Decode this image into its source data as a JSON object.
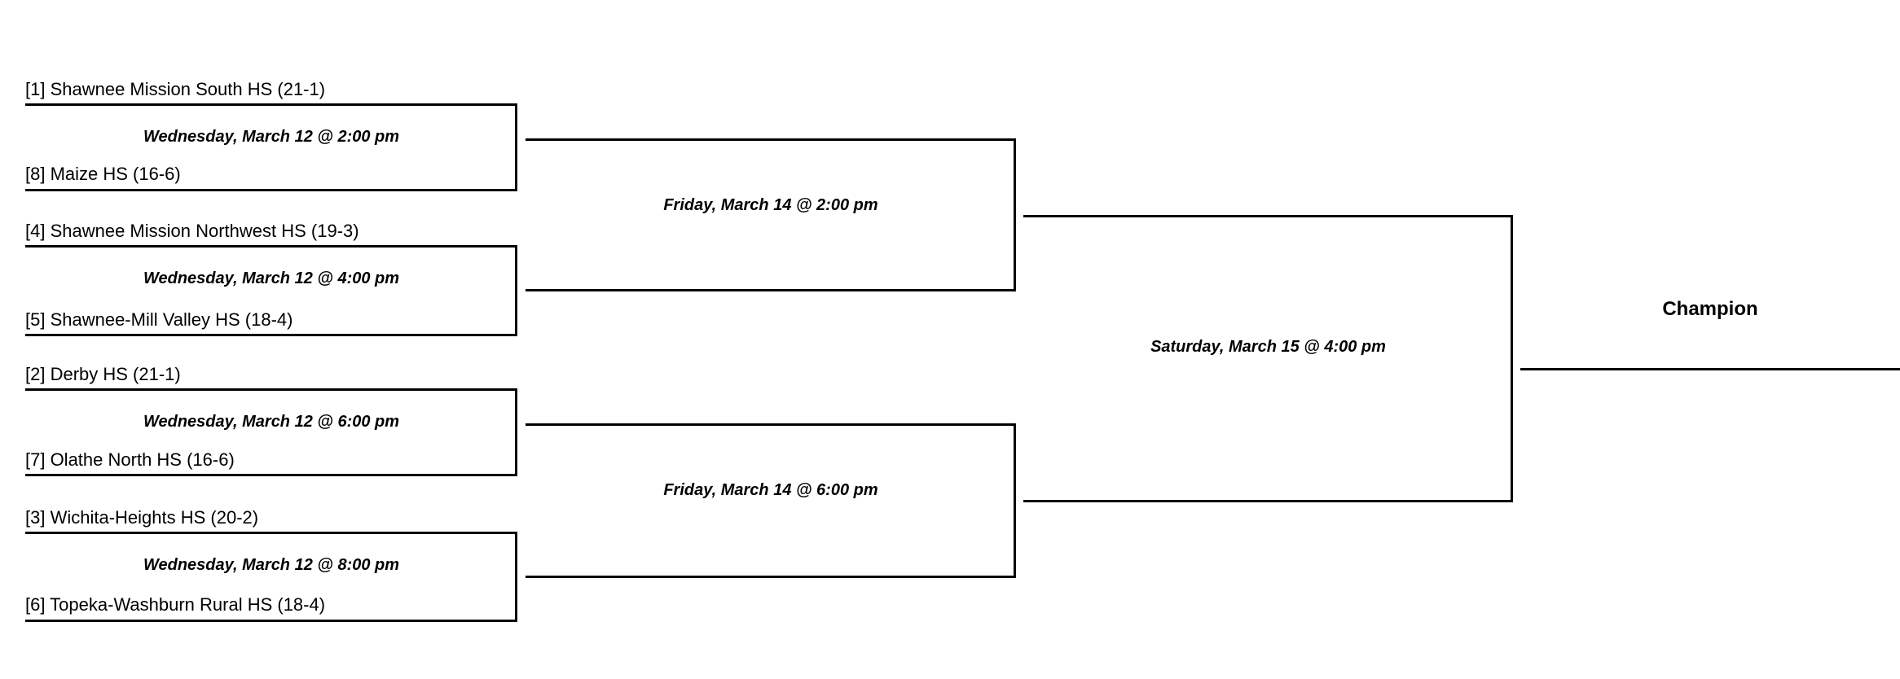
{
  "bracket": {
    "champion_label": "Champion",
    "round1": [
      {
        "top_team": "[1] Shawnee Mission South HS (21-1)",
        "bottom_team": "[8] Maize HS (16-6)",
        "datetime": "Wednesday, March 12 @ 2:00 pm"
      },
      {
        "top_team": "[4] Shawnee Mission Northwest HS (19-3)",
        "bottom_team": "[5] Shawnee-Mill Valley HS (18-4)",
        "datetime": "Wednesday, March 12 @ 4:00 pm"
      },
      {
        "top_team": "[2] Derby HS (21-1)",
        "bottom_team": "[7] Olathe North HS (16-6)",
        "datetime": "Wednesday, March 12 @ 6:00 pm"
      },
      {
        "top_team": "[3] Wichita-Heights HS (20-2)",
        "bottom_team": "[6] Topeka-Washburn Rural HS (18-4)",
        "datetime": "Wednesday, March 12 @ 8:00 pm"
      }
    ],
    "semifinals": [
      {
        "datetime": "Friday, March 14 @ 2:00 pm"
      },
      {
        "datetime": "Friday, March 14 @ 6:00 pm"
      }
    ],
    "final": {
      "datetime": "Saturday, March 15 @ 4:00 pm"
    },
    "colors": {
      "line": "#000000",
      "text": "#000000",
      "background": "#ffffff"
    }
  }
}
